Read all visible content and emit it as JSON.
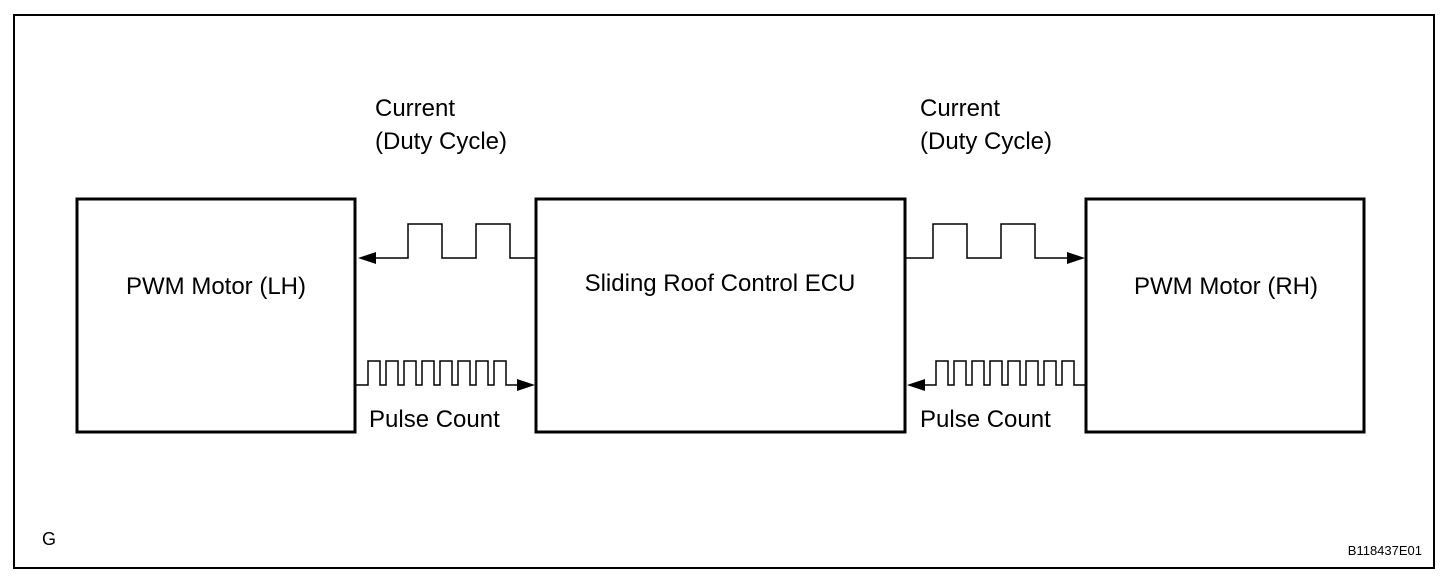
{
  "blocks": {
    "left_motor": "PWM Motor (LH)",
    "ecu": "Sliding Roof Control ECU",
    "right_motor": "PWM Motor (RH)"
  },
  "signals": {
    "left_current_line1": "Current",
    "left_current_line2": "(Duty Cycle)",
    "right_current_line1": "Current",
    "right_current_line2": "(Duty Cycle)",
    "left_pulse": "Pulse Count",
    "right_pulse": "Pulse Count"
  },
  "footer": {
    "corner_letter": "G",
    "figure_code": "B118437E01"
  }
}
